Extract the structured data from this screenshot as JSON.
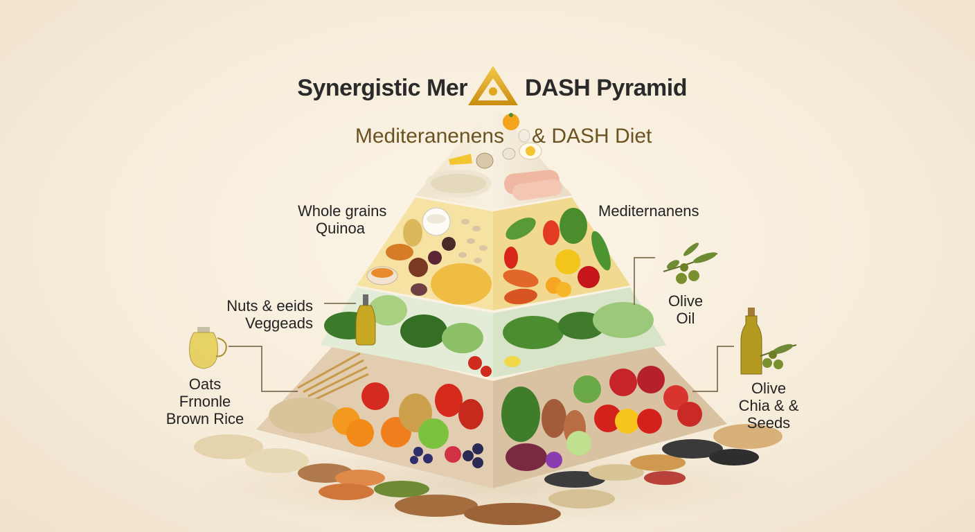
{
  "title": {
    "left": "Synergistic Mer",
    "right": "DASH Pyramid"
  },
  "subtitle": {
    "left": "Mediteranenens",
    "right": "& DASH Diet"
  },
  "labels": {
    "whole_grains": [
      "Whole grains",
      "Quinoa"
    ],
    "mediterranean": "Mediternanens",
    "nuts": [
      "Nuts & eeids",
      "Veggeads"
    ],
    "olive_oil": [
      "Olive",
      "Oil"
    ],
    "oats": [
      "Oats",
      "Frnonle",
      "Brown Rice"
    ],
    "olive_chia": [
      "Olive",
      "Chia & &",
      "Seeds"
    ]
  },
  "colors": {
    "tier_top": "#f3ebd9",
    "tier_yellow": "#f7e4a6",
    "tier_green": "#e6efdc",
    "tier_base": "#e8d6bd",
    "gold_logo": "#e0a820",
    "leader_line": "#6b5a3a"
  }
}
